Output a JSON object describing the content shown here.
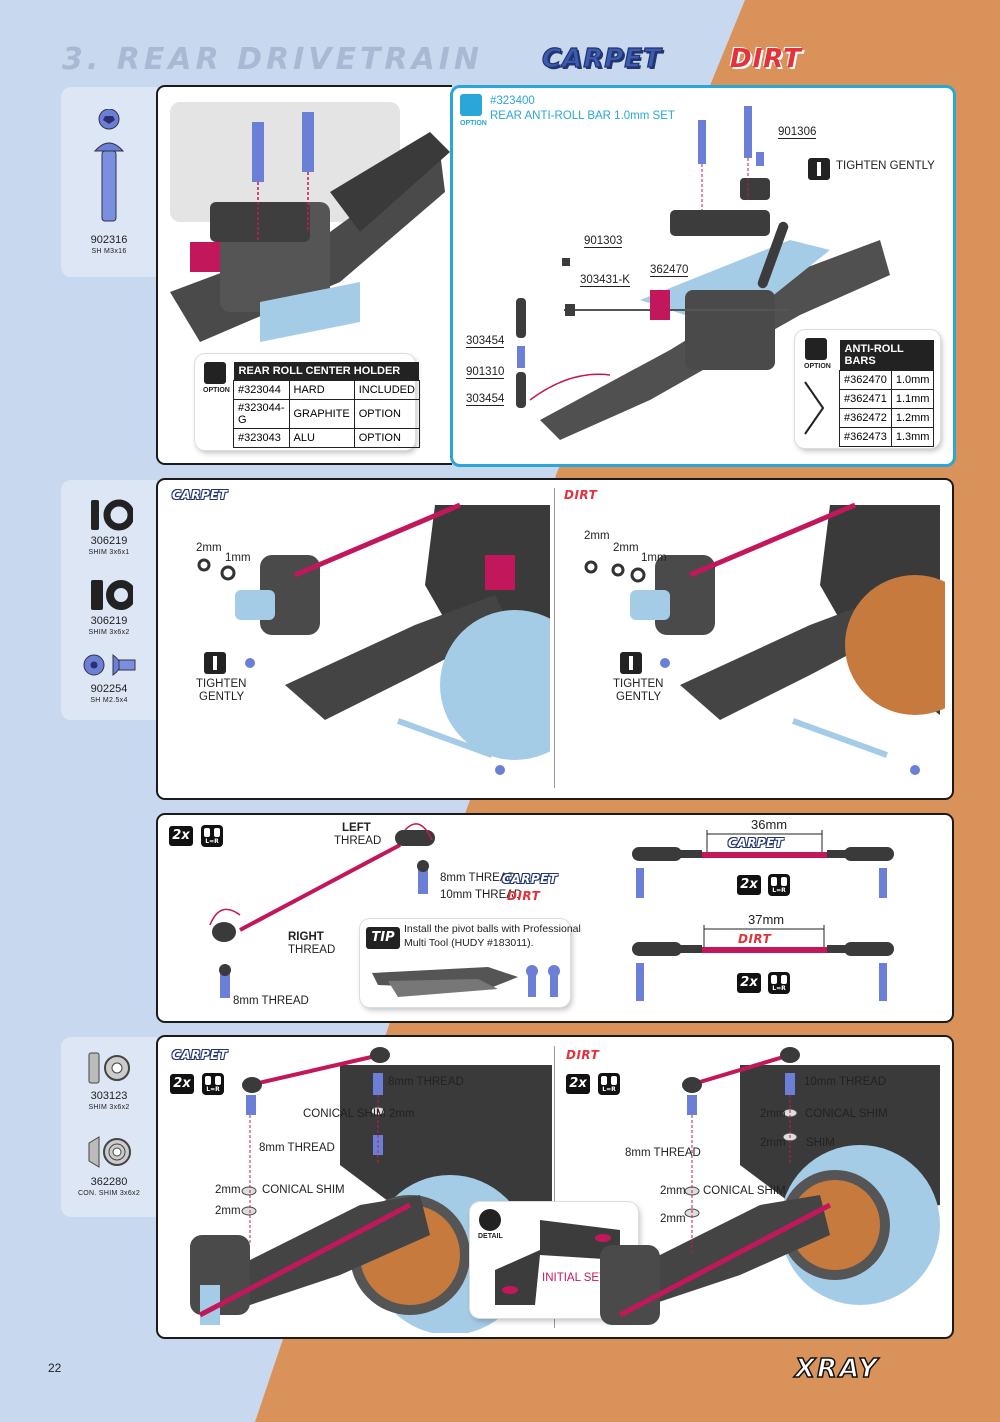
{
  "header": {
    "title": "3. REAR DRIVETRAIN",
    "logo_carpet": "CARPET",
    "logo_dirt": "DIRT"
  },
  "colors": {
    "blue_bg": "#c8d8ee",
    "orange_bg": "#d9935a",
    "option_border": "#2aa6d8",
    "accent_red": "#e3323b",
    "rod_pink": "#c2185b"
  },
  "parts": {
    "step1": [
      {
        "code": "902316",
        "desc": "SH M3x16",
        "icon": "button-head-screw-icon"
      }
    ],
    "step2": [
      {
        "code": "306219",
        "desc": "SHIM 3x6x1",
        "icon": "shim-icon"
      },
      {
        "code": "306219",
        "desc": "SHIM 3x6x2",
        "icon": "shim-icon"
      },
      {
        "code": "902254",
        "desc": "SH M2.5x4",
        "icon": "button-head-screw-icon"
      }
    ],
    "step4": [
      {
        "code": "303123",
        "desc": "SHIM 3x6x2",
        "icon": "shim-icon"
      },
      {
        "code": "362280",
        "desc": "CON. SHIM 3x6x2",
        "icon": "conical-shim-icon"
      }
    ]
  },
  "roll_center": {
    "option_label": "OPTION",
    "header": "REAR ROLL CENTER HOLDER",
    "rows": [
      [
        "#323044",
        "HARD",
        "INCLUDED"
      ],
      [
        "#323044-G",
        "GRAPHITE",
        "OPTION"
      ],
      [
        "#323043",
        "ALU",
        "OPTION"
      ]
    ]
  },
  "anti_roll": {
    "option_label": "OPTION",
    "set_code": "#323400",
    "set_name": "REAR ANTI-ROLL BAR 1.0mm SET",
    "callouts": {
      "c1": "901306",
      "c2": "TIGHTEN GENTLY",
      "c3": "901303",
      "c4": "303431-K",
      "c5": "362470",
      "c6": "303454",
      "c7": "901310",
      "c8": "303454"
    },
    "table_header": "ANTI-ROLL BARS",
    "rows": [
      [
        "#362470",
        "1.0mm"
      ],
      [
        "#362471",
        "1.1mm"
      ],
      [
        "#362472",
        "1.2mm"
      ],
      [
        "#362473",
        "1.3mm"
      ]
    ]
  },
  "step2": {
    "carpet_tag": "CARPET",
    "dirt_tag": "DIRT",
    "carpet_shim1": "2mm",
    "carpet_shim2": "1mm",
    "dirt_shim1": "2mm",
    "dirt_shim2": "2mm",
    "dirt_shim3": "1mm",
    "tighten_line1": "TIGHTEN",
    "tighten_line2": "GENTLY"
  },
  "step3": {
    "qty": "2x",
    "lr": "L=R",
    "left_thread_1": "LEFT",
    "left_thread_2": "THREAD",
    "right_thread_1": "RIGHT",
    "right_thread_2": "THREAD",
    "thread_8mm": "8mm THREAD",
    "thread_10mm": "10mm THREAD",
    "carpet_tag": "CARPET",
    "dirt_tag": "DIRT",
    "thread_8mm_bottom": "8mm THREAD",
    "tip_label": "TIP",
    "tip_text_1": "Install the pivot balls with Professional",
    "tip_text_2": "Multi Tool (HUDY #183011).",
    "carpet_length": "36mm",
    "dirt_length": "37mm"
  },
  "step4": {
    "qty": "2x",
    "lr": "L=R",
    "carpet_tag": "CARPET",
    "dirt_tag": "DIRT",
    "c_thread_top": "8mm THREAD",
    "c_conical": "CONICAL SHIM",
    "c_2mm_a": "2mm",
    "c_thread_mid": "8mm THREAD",
    "c_2mm_b": "2mm",
    "c_conical_b": "CONICAL SHIM",
    "c_2mm_c": "2mm",
    "d_thread_top": "10mm THREAD",
    "d_2mm_a": "2mm",
    "d_conical": "CONICAL SHIM",
    "d_2mm_b": "2mm",
    "d_shim": "SHIM",
    "d_thread_mid": "8mm THREAD",
    "d_2mm_c": "2mm",
    "d_conical_b": "CONICAL SHIM",
    "d_2mm_d": "2mm",
    "detail_label": "DETAIL",
    "initial_setting": "INITIAL SETTING"
  },
  "footer": {
    "page_number": "22",
    "brand": "XRAY"
  }
}
